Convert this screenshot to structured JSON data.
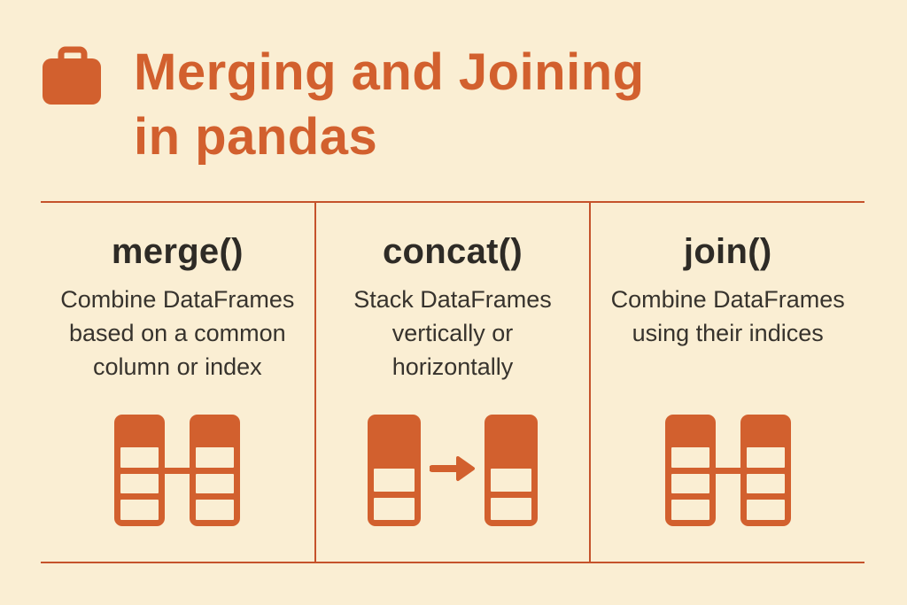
{
  "page": {
    "background_color": "#faeed3",
    "accent_color": "#d2602e",
    "rule_color": "#c5522b",
    "heading_text_color": "#2e2b26",
    "body_text_color": "#37332d"
  },
  "header": {
    "icon": "briefcase-icon",
    "title_line1": "Merging and Joining",
    "title_line2": "in pandas"
  },
  "columns": [
    {
      "id": "merge",
      "heading": "merge()",
      "desc_lines": [
        "Combine DataFrames",
        "based on a common",
        "column or index"
      ],
      "icon": "linked-dataframes-icon"
    },
    {
      "id": "concat",
      "heading": "concat()",
      "desc_lines": [
        "Stack DataFrames",
        "vertically or",
        "horizontally"
      ],
      "icon": "dataframe-arrow-dataframe-icon"
    },
    {
      "id": "join",
      "heading": "join()",
      "desc_lines": [
        "Combine DataFrames",
        "using their indices"
      ],
      "icon": "linked-dataframes-icon"
    }
  ]
}
